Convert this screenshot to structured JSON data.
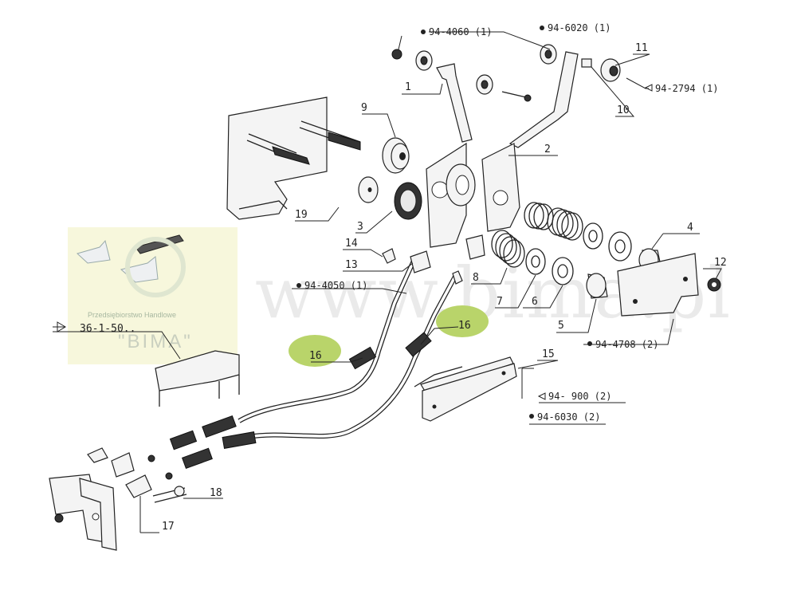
{
  "watermark": {
    "site": "www.bima.pl",
    "company_line": "Przedsiębiorstwo Handlowe",
    "company_name": "\"BIMA\""
  },
  "callouts": {
    "p1": "1",
    "p2": "2",
    "p3": "3",
    "p4": "4",
    "p5": "5",
    "p6": "6",
    "p7": "7",
    "p8": "8",
    "p9": "9",
    "p10": "10",
    "p11": "11",
    "p12": "12",
    "p13": "13",
    "p14": "14",
    "p15": "15",
    "p16a": "16",
    "p16b": "16",
    "p17": "17",
    "p18": "18",
    "p19": "19"
  },
  "refs": {
    "r4060": "94-4060 (1)",
    "r6020": "94-6020 (1)",
    "r2794": "94-2794 (1)",
    "r4050": "94-4050 (1)",
    "r4708": "94-4708 (2)",
    "r900": "94- 900 (2)",
    "r6030": "94-6030 (2)",
    "r36150": "36-1-50.."
  },
  "colors": {
    "highlight": "#b9d46a",
    "watermark_panel": "#f6f6d8"
  }
}
